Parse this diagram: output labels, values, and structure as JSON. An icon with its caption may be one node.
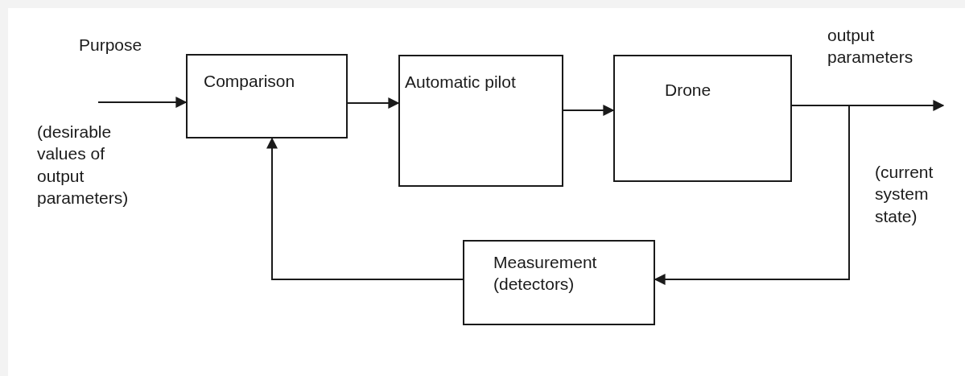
{
  "diagram": {
    "nodes": [
      {
        "text": [
          "Comparison"
        ]
      },
      {
        "text": [
          "Automatic pilot"
        ]
      },
      {
        "text": [
          "Drone"
        ]
      },
      {
        "text": [
          "Measurement (detectors)"
        ]
      }
    ],
    "edges": [
      {
        "from": null,
        "to": 0,
        "arrow": "to"
      },
      {
        "from": 0,
        "to": 1,
        "arrow": "to"
      },
      {
        "from": 1,
        "to": 2,
        "arrow": "to"
      },
      {
        "from": 2,
        "to": null,
        "arrow": "to"
      },
      {
        "from": 2,
        "to": 3,
        "arrow": "to"
      },
      {
        "from": 3,
        "to": 0,
        "arrow": "to"
      }
    ],
    "labels": [
      "Purpose",
      "(desirable values of output parameters)",
      "output parameters",
      "(current system state)"
    ]
  }
}
